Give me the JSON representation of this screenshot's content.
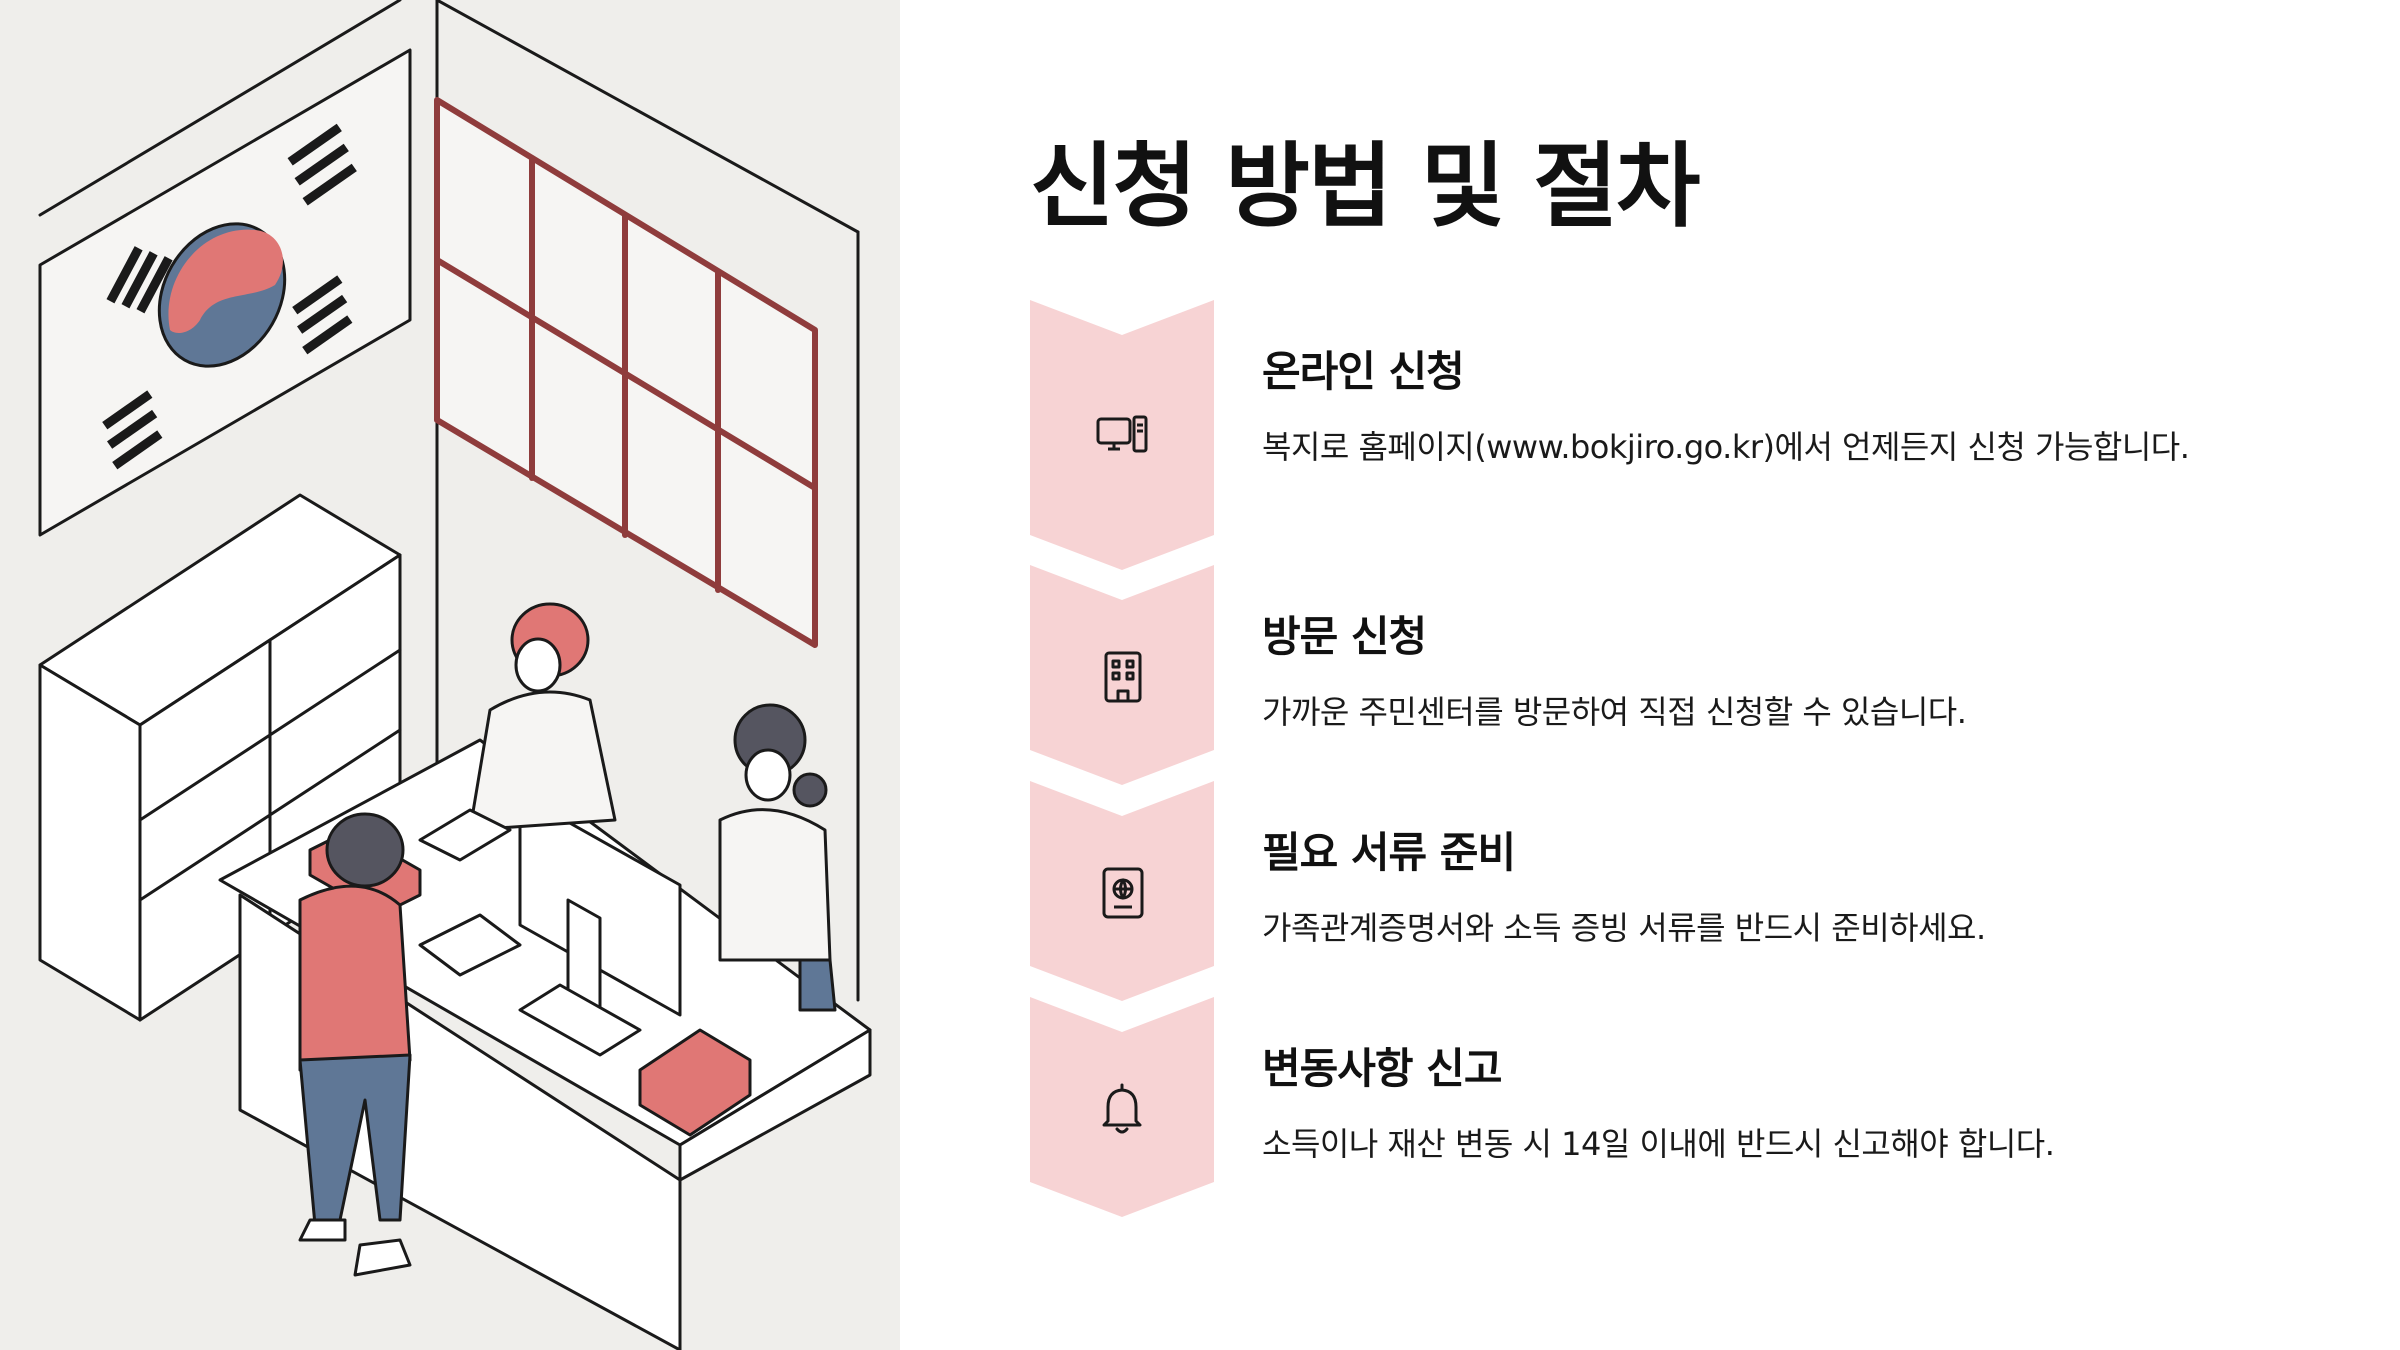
{
  "page": {
    "title": "신청 방법 및 절차"
  },
  "steps": [
    {
      "icon": "desktop-computer-icon",
      "title": "온라인 신청",
      "description": "복지로 홈페이지(www.bokjiro.go.kr)에서 언제든지 신청 가능합니다."
    },
    {
      "icon": "building-icon",
      "title": "방문 신청",
      "description": "가까운 주민센터를 방문하여 직접 신청할 수 있습니다."
    },
    {
      "icon": "passport-document-icon",
      "title": "필요 서류 준비",
      "description": "가족관계증명서와 소득 증빙 서류를 반드시 준비하세요."
    },
    {
      "icon": "bell-icon",
      "title": "변동사항 신고",
      "description": "소득이나 재산 변동 시 14일 이내에 반드시 신고해야 합니다."
    }
  ],
  "colors": {
    "accent_pink": "#f7d3d4",
    "accent_red": "#e07775",
    "accent_blue": "#5f7796",
    "illustration_bg": "#efeeeb",
    "text": "#111111"
  }
}
